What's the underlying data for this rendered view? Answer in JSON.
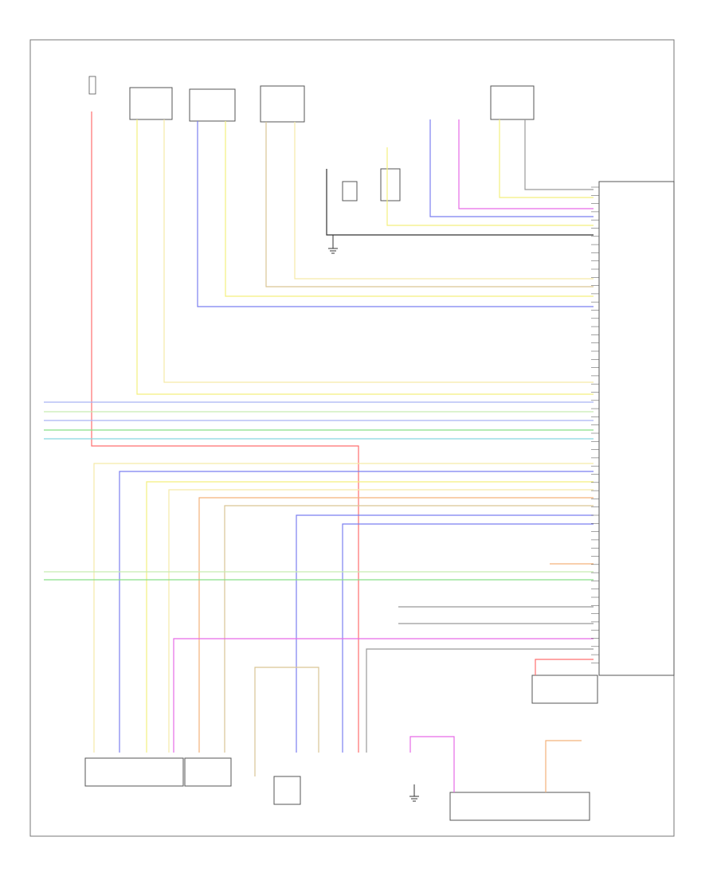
{
  "diagram": {
    "footer_code": "",
    "colors": {
      "red": "#ff6f6f",
      "yellow": "#f3ef7e",
      "lightyellow": "#f5e9a8",
      "blue": "#7b7ff0",
      "violet": "#b77ef0",
      "magenta": "#e66be6",
      "green": "#86e086",
      "lightgreen": "#c7ecb0",
      "cyan": "#86d7e0",
      "orange": "#f4b27a",
      "tan": "#d9c595",
      "lightblue": "#a9b3f3",
      "gray": "#999999",
      "black": "#333333",
      "pink": "#f59ac9"
    },
    "components": [
      {
        "id": "supplemental-restraint-note",
        "lines": [
          "",
          "",
          "",
          "",
          ""
        ]
      },
      {
        "id": "fuse-holder",
        "lines": [
          "",
          "",
          ""
        ]
      },
      {
        "id": "driver-seat-belt-pretensioner",
        "lines": [
          "",
          "",
          ""
        ]
      },
      {
        "id": "passenger-seat-belt-pretensioner",
        "lines": [
          "",
          "",
          ""
        ]
      },
      {
        "id": "driver-side-curtain-airbag",
        "lines": [
          "",
          "",
          ""
        ]
      },
      {
        "id": "driver-seat-belt-switch",
        "lines": [
          "",
          "",
          ""
        ]
      },
      {
        "id": "front-passenger-side-airbag",
        "lines": [
          "",
          "",
          "",
          ""
        ]
      },
      {
        "id": "passenger-side-curtain-airbag",
        "lines": [
          "",
          "",
          "",
          ""
        ]
      },
      {
        "id": "airbag-control-module",
        "lines": [
          "",
          "",
          "",
          "",
          ""
        ]
      },
      {
        "id": "driver-side-impact-sensor",
        "lines": [
          "",
          "",
          "",
          ""
        ]
      },
      {
        "id": "passenger-side-impact-sensor",
        "lines": [
          "",
          "",
          "",
          ""
        ]
      },
      {
        "id": "airbag-indicator-light",
        "lines": [
          "",
          "",
          "",
          ""
        ]
      },
      {
        "id": "passenger-airbag-off-indicator",
        "lines": [
          "",
          "",
          "",
          ""
        ]
      },
      {
        "id": "occupant-classification-sensor",
        "lines": [
          "",
          "",
          "",
          ""
        ]
      },
      {
        "id": "seat-position-sensor",
        "lines": [
          "",
          ""
        ]
      },
      {
        "id": "data-link-connector",
        "lines": [
          "",
          "",
          ""
        ]
      },
      {
        "id": "ground-g1",
        "lines": [
          "",
          "",
          ""
        ]
      },
      {
        "id": "ground-g2",
        "lines": [
          "",
          "",
          ""
        ]
      },
      {
        "id": "instrument-cluster-ref",
        "lines": [
          "",
          "",
          ""
        ]
      },
      {
        "id": "can-bus-ref",
        "lines": [
          ""
        ]
      },
      {
        "id": "gateway-module-ref",
        "lines": [
          "",
          ""
        ]
      }
    ],
    "module_pin_labels": [],
    "wire_labels": []
  }
}
